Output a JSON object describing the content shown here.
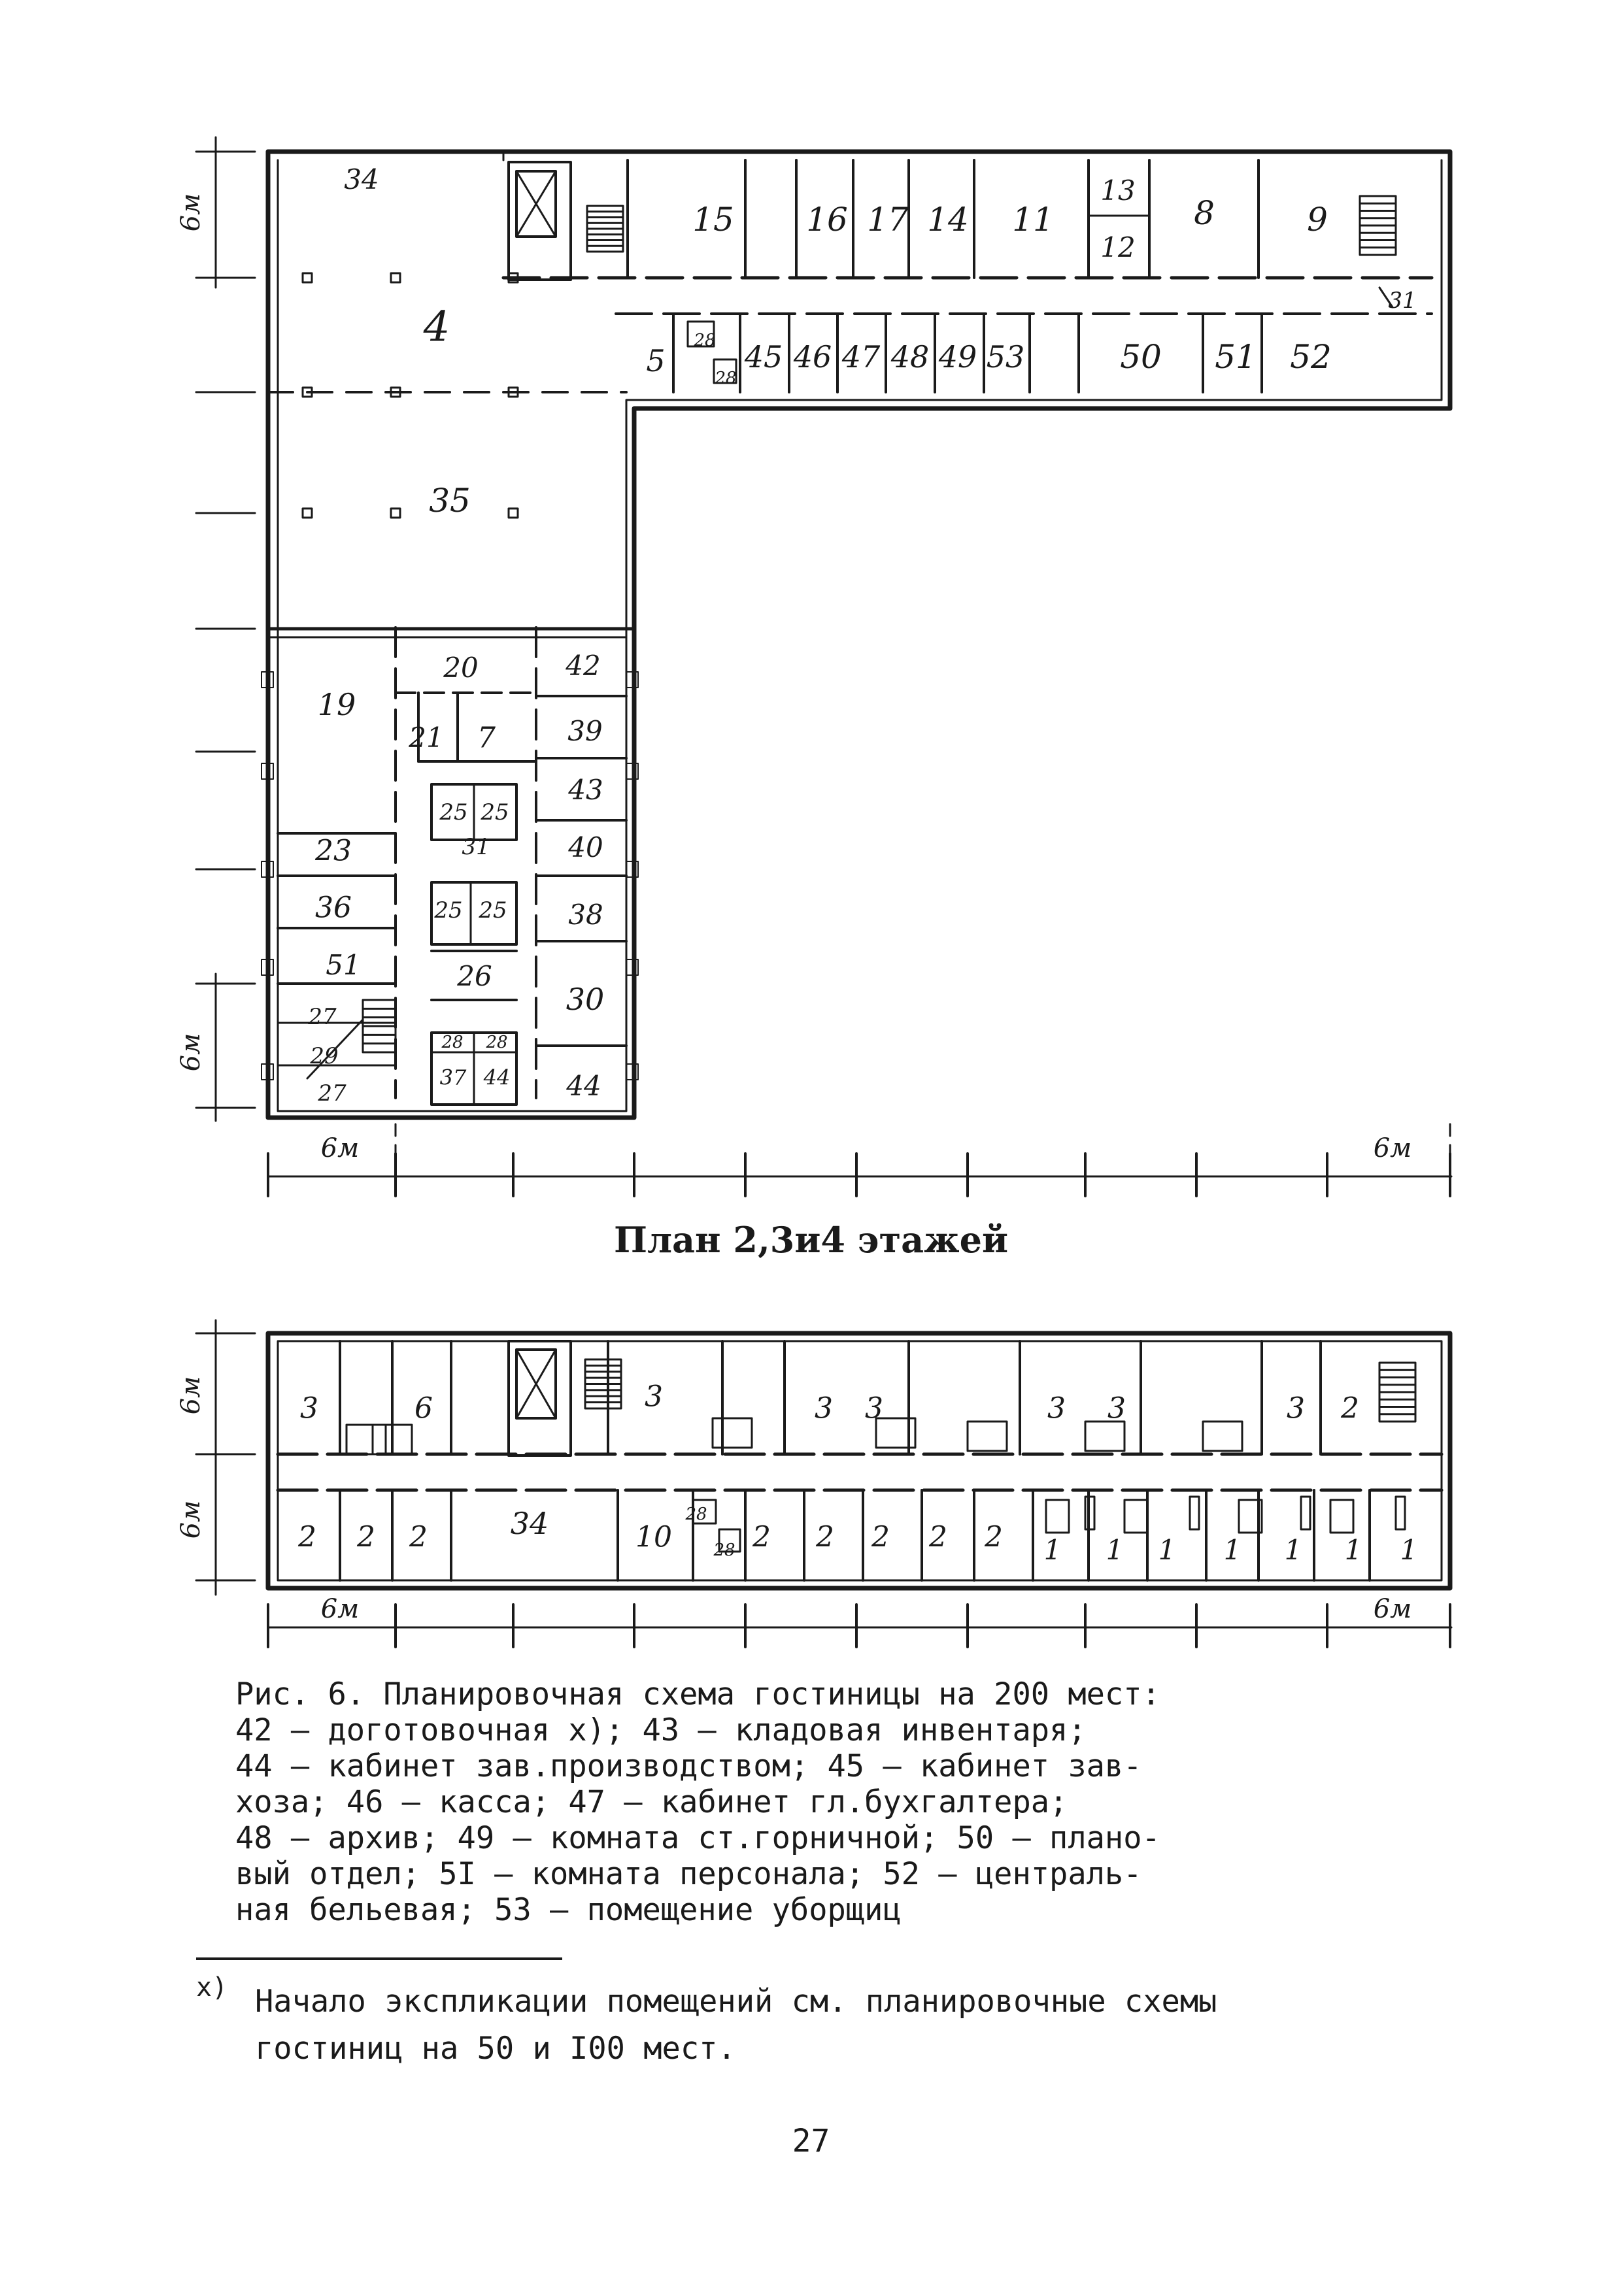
{
  "upper_plan": {
    "rooms": [
      {
        "label": "34"
      },
      {
        "label": "4"
      },
      {
        "label": "15"
      },
      {
        "label": "16"
      },
      {
        "label": "17"
      },
      {
        "label": "14"
      },
      {
        "label": "11"
      },
      {
        "label": "13"
      },
      {
        "label": "12"
      },
      {
        "label": "8"
      },
      {
        "label": "9"
      },
      {
        "label": "31"
      },
      {
        "label": "5"
      },
      {
        "label": "28"
      },
      {
        "label": "28"
      },
      {
        "label": "45"
      },
      {
        "label": "46"
      },
      {
        "label": "47"
      },
      {
        "label": "48"
      },
      {
        "label": "49"
      },
      {
        "label": "53"
      },
      {
        "label": "50"
      },
      {
        "label": "51"
      },
      {
        "label": "52"
      },
      {
        "label": "35"
      },
      {
        "label": "19"
      },
      {
        "label": "20"
      },
      {
        "label": "42"
      },
      {
        "label": "21"
      },
      {
        "label": "7"
      },
      {
        "label": "39"
      },
      {
        "label": "25"
      },
      {
        "label": "25"
      },
      {
        "label": "43"
      },
      {
        "label": "31"
      },
      {
        "label": "23"
      },
      {
        "label": "40"
      },
      {
        "label": "36"
      },
      {
        "label": "25"
      },
      {
        "label": "25"
      },
      {
        "label": "38"
      },
      {
        "label": "51"
      },
      {
        "label": "26"
      },
      {
        "label": "30"
      },
      {
        "label": "27"
      },
      {
        "label": "29"
      },
      {
        "label": "28"
      },
      {
        "label": "28"
      },
      {
        "label": "27"
      },
      {
        "label": "37"
      },
      {
        "label": "44"
      },
      {
        "label": "44"
      }
    ],
    "dimensions": {
      "left_top": "6м",
      "left_bottom": "6м",
      "bottom_left": "6м",
      "bottom_right": "6м"
    }
  },
  "plan_title": "План 2,3и4 этажей",
  "lower_plan": {
    "rooms": [
      {
        "label": "3"
      },
      {
        "label": "6"
      },
      {
        "label": "3"
      },
      {
        "label": "3"
      },
      {
        "label": "3"
      },
      {
        "label": "3"
      },
      {
        "label": "3"
      },
      {
        "label": "3"
      },
      {
        "label": "2"
      },
      {
        "label": "2"
      },
      {
        "label": "2"
      },
      {
        "label": "2"
      },
      {
        "label": "34"
      },
      {
        "label": "10"
      },
      {
        "label": "28"
      },
      {
        "label": "28"
      },
      {
        "label": "2"
      },
      {
        "label": "2"
      },
      {
        "label": "2"
      },
      {
        "label": "2"
      },
      {
        "label": "2"
      },
      {
        "label": "1"
      },
      {
        "label": "1"
      },
      {
        "label": "1"
      },
      {
        "label": "1"
      },
      {
        "label": "1"
      },
      {
        "label": "1"
      },
      {
        "label": "1"
      }
    ],
    "dimensions": {
      "left_top": "6м",
      "left_bottom": "6м",
      "bottom_left": "6м",
      "bottom_right": "6м"
    }
  },
  "caption": {
    "lines": [
      "Рис. 6. Планировочная схема гостиницы на 200 мест:",
      "42 – доготовочная х); 43 – кладовая инвентаря;",
      "44 – кабинет зав.производством; 45 – кабинет зав-",
      "хоза; 46 – касса; 47 – кабинет гл.бухгалтера;",
      "48 – архив; 49 – комната ст.горничной; 50 – плано-",
      "вый отдел; 5I – комната персонала; 52 – централь-",
      "ная бельевая; 53 – помещение уборщиц"
    ]
  },
  "footnote": {
    "mark": "х)",
    "text": "Начало экспликации помещений см. планировочные схемы гостиниц на 50 и I00 мест."
  },
  "page_number": "27"
}
